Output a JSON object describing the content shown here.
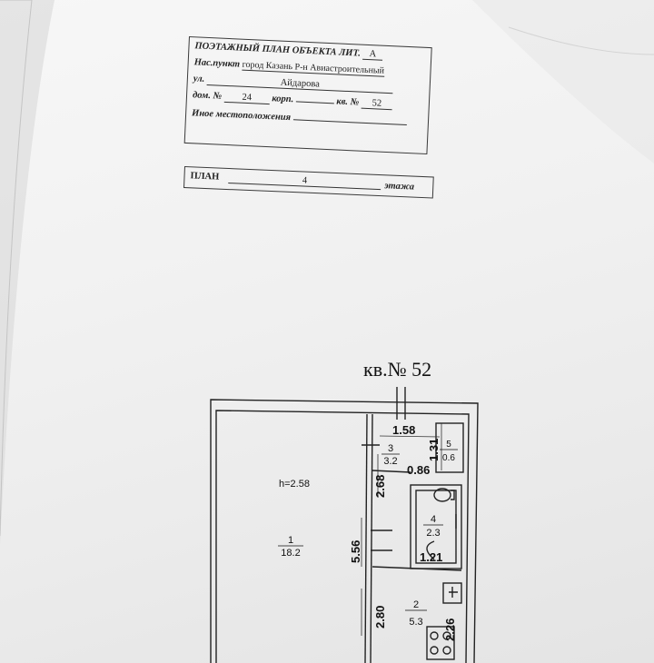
{
  "stamp": {
    "title": "ПОЭТАЖНЫЙ ПЛАН ОБЪЕКТА ЛИТ.",
    "lit": "А",
    "settlement_label": "Нас.пункт",
    "settlement_value": "город Казань Р-н Авиастроительный",
    "street_label": "ул.",
    "street_value": "Айдарова",
    "house_label": "дом. №",
    "house_value": "24",
    "korp_label": "корп.",
    "apt_label": "кв. №",
    "apt_value": "52",
    "other_label": "Иное местоположения"
  },
  "plan_box": {
    "label": "ПЛАН",
    "floor": "4",
    "suffix": "этажа"
  },
  "apartment_title": "кв.№ 52",
  "floorplan": {
    "height_label": "h=2.58",
    "rooms": [
      {
        "number": "1",
        "area": "18.2"
      },
      {
        "number": "2",
        "area": "5.3"
      },
      {
        "number": "3",
        "area": "3.2"
      },
      {
        "number": "4",
        "area": "2.3"
      },
      {
        "number": "5",
        "area": "0.6"
      }
    ],
    "dimensions": {
      "d158": "1.58",
      "d131": "1.31",
      "d086": "0.86",
      "d268": "2.68",
      "d556": "5.56",
      "d121": "1.21",
      "d280": "2.80",
      "d226": "2.26"
    }
  }
}
